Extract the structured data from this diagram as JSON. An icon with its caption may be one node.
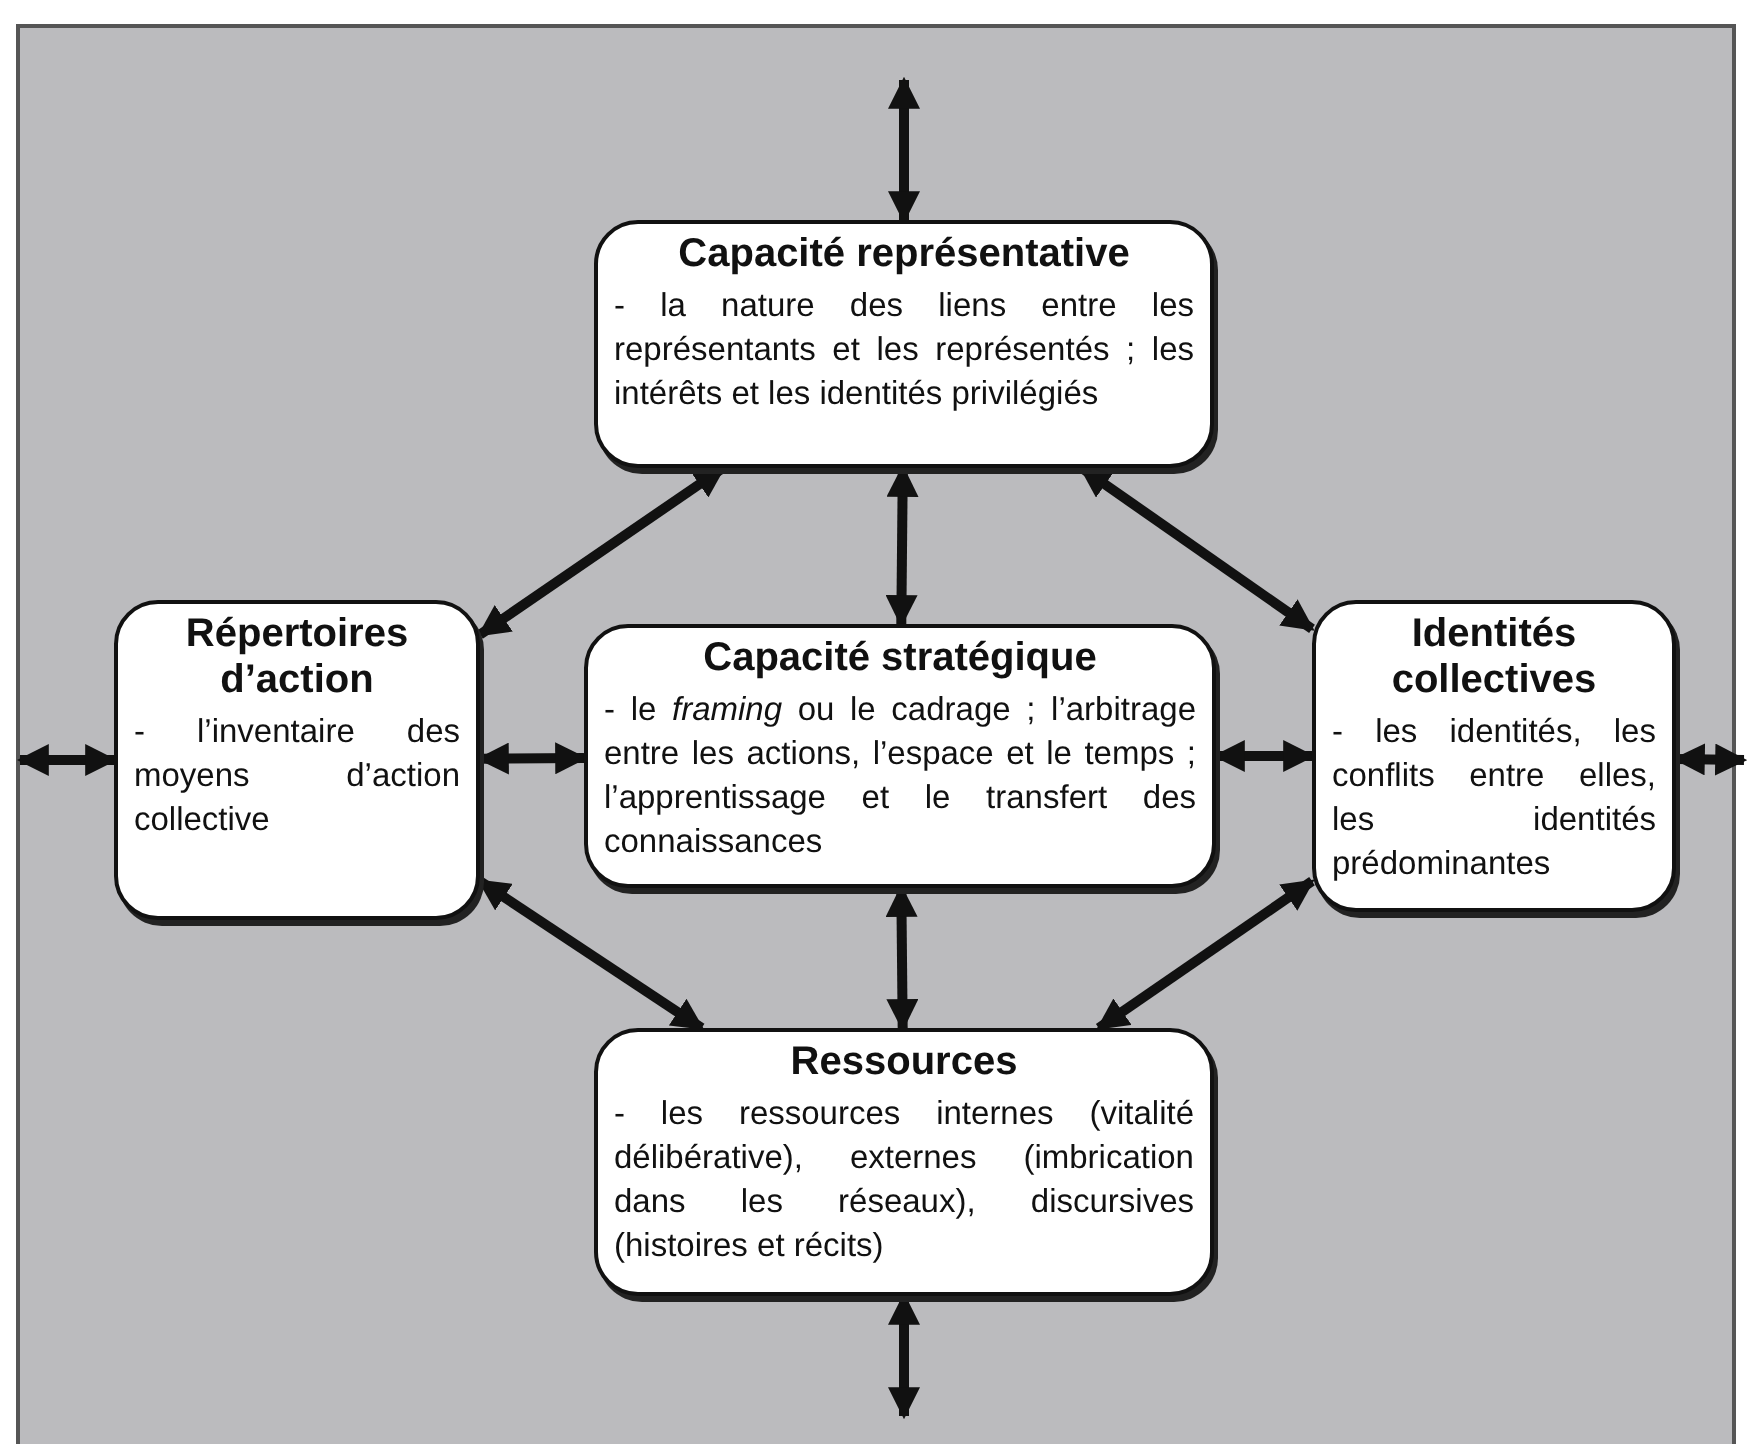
{
  "diagram": {
    "nodes": [
      {
        "text": [
          "Capacité représentative",
          "- la nature des liens entre les représentants et les représentés ; les intérêts et les identités privilégiés"
        ]
      },
      {
        "text": [
          "Répertoires d’action",
          "- l’inventaire des moyens d’action collective"
        ]
      },
      {
        "text": [
          "Capacité stratégique",
          "- le *framing* ou le cadrage ; l’arbitrage entre les actions, l’espace et le temps ; l’apprentissage et le transfert des connaissances"
        ]
      },
      {
        "text": [
          "Identités collectives",
          "- les identités, les conflits entre elles, les identités prédominantes"
        ]
      },
      {
        "text": [
          "Ressources",
          "- les ressources internes (vitalité délibérative), externes (imbrication dans les réseaux), discursives (histoires et récits)"
        ]
      }
    ],
    "edges": [
      {
        "from": null,
        "to": 0,
        "arrow": "both"
      },
      {
        "from": 0,
        "to": 2,
        "arrow": "both"
      },
      {
        "from": 2,
        "to": 4,
        "arrow": "both"
      },
      {
        "from": 4,
        "to": null,
        "arrow": "both"
      },
      {
        "from": null,
        "to": 1,
        "arrow": "both"
      },
      {
        "from": 1,
        "to": 2,
        "arrow": "both"
      },
      {
        "from": 2,
        "to": 3,
        "arrow": "both"
      },
      {
        "from": 3,
        "to": null,
        "arrow": "both"
      },
      {
        "from": 1,
        "to": 0,
        "arrow": "both"
      },
      {
        "from": 0,
        "to": 3,
        "arrow": "both"
      },
      {
        "from": 1,
        "to": 4,
        "arrow": "both"
      },
      {
        "from": 4,
        "to": 3,
        "arrow": "both"
      }
    ]
  }
}
